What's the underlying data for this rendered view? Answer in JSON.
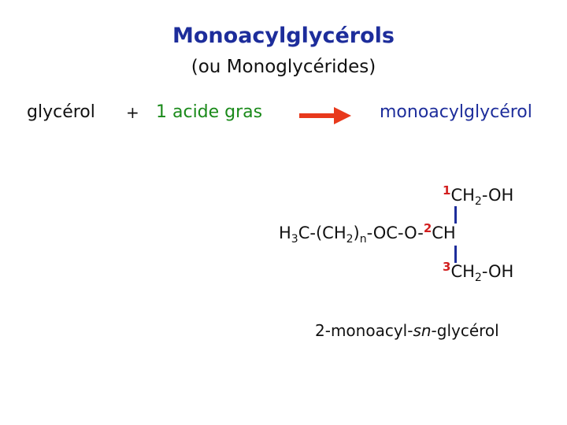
{
  "title": "Monoacylglycérols",
  "subtitle": "(ou Monoglycérides)",
  "reaction": {
    "reactant1": "glycérol",
    "operator": "+",
    "reactant2": "1 acide gras",
    "product": "monoacylglycérol"
  },
  "structure": {
    "carbon1_num": "1",
    "carbon1_group": "CH",
    "carbon1_sub": "2",
    "carbon1_end": "-OH",
    "chain_h3c": "H",
    "chain_h3c_sub": "3",
    "chain_c": "C-(CH",
    "chain_ch2_sub": "2",
    "chain_paren": ")",
    "chain_n_sub": "n",
    "chain_ester": "-OC-O-",
    "carbon2_num": "2",
    "carbon2_group": "CH",
    "carbon3_num": "3",
    "carbon3_group": "CH",
    "carbon3_sub": "2",
    "carbon3_end": "-OH"
  },
  "caption": {
    "prefix": "2-monoacyl-",
    "italic": "sn",
    "suffix": "-glycérol"
  },
  "colors": {
    "title": "#1d2d9b",
    "acid": "#1a8a1a",
    "product": "#1d2d9b",
    "arrow": "#e8391c",
    "numbers": "#d21f1f",
    "bonds": "#1d2d9b"
  }
}
